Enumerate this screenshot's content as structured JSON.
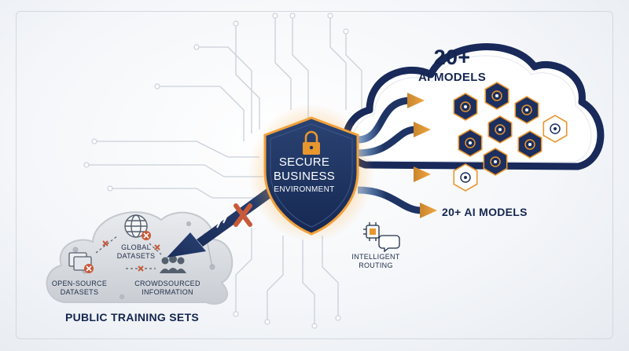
{
  "cloud": {
    "count": "20+",
    "subtitle": "AI MODELS"
  },
  "shield": {
    "line1": "SECURE",
    "line2": "BUSINESS",
    "line3": "ENVIRONMENT"
  },
  "routes_label": "20+ AI MODELS",
  "routing": {
    "line1": "INTELLIGENT",
    "line2": "ROUTING"
  },
  "public_cloud": {
    "global_line1": "GLOBAL",
    "global_line2": "DATASETS",
    "open_line1": "OPEN-SOURCE",
    "open_line2": "DATASETS",
    "crowd_line1": "CROWDSOURCED",
    "crowd_line2": "INFORMATION",
    "caption": "PUBLIC TRAINING SETS"
  },
  "model_icons": [
    "brain-icon",
    "neural-net-icon",
    "chip-icon",
    "network-icon",
    "ai-chip-icon",
    "text-icon",
    "chat-icon",
    "translate-icon",
    "mesh-icon"
  ],
  "colors": {
    "navy": "#142650",
    "orange": "#e8962e",
    "blocked_x": "#c85a3a",
    "circuit": "#c9d0da"
  }
}
